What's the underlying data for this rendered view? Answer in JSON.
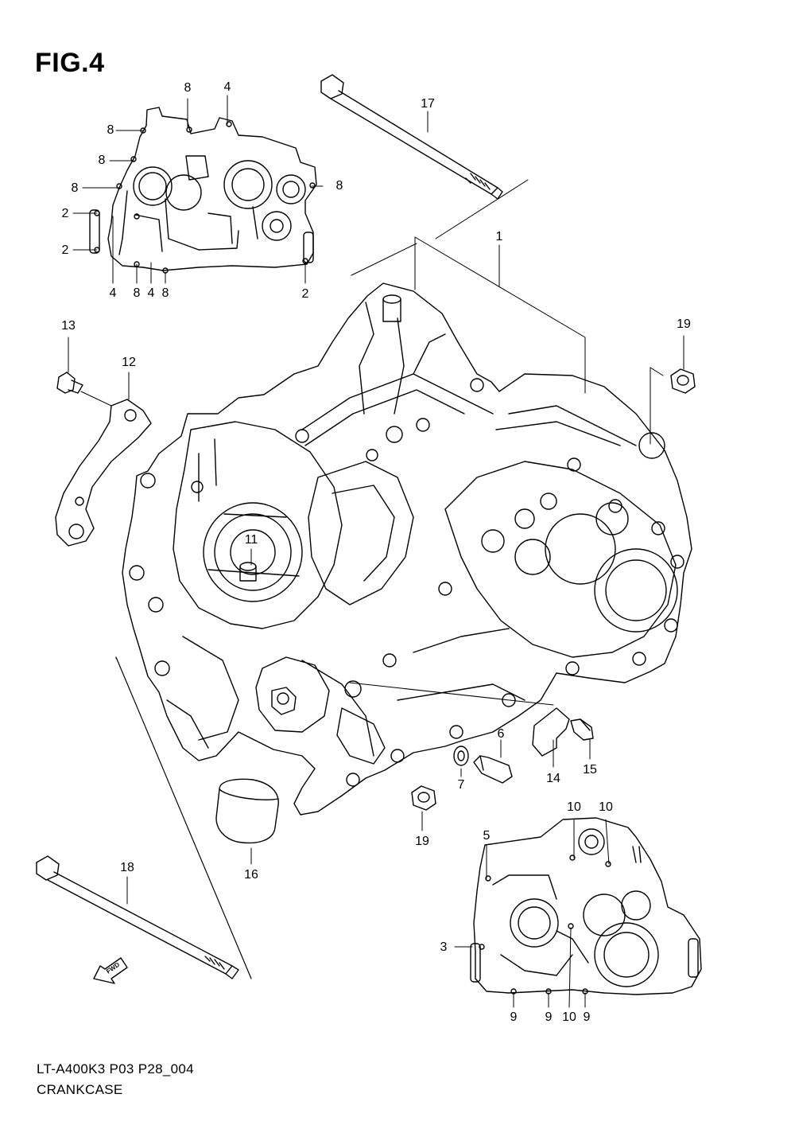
{
  "figure": {
    "title": "FIG.4"
  },
  "callouts": {
    "c1": "1",
    "c2a": "2",
    "c2b": "2",
    "c2c": "2",
    "c3": "3",
    "c4a": "4",
    "c4b": "4",
    "c4c": "4",
    "c5": "5",
    "c6": "6",
    "c7": "7",
    "c8a": "8",
    "c8b": "8",
    "c8c": "8",
    "c8d": "8",
    "c8e": "8",
    "c8f": "8",
    "c8g": "8",
    "c9a": "9",
    "c9b": "9",
    "c9c": "9",
    "c10a": "10",
    "c10b": "10",
    "c10c": "10",
    "c11": "11",
    "c12": "12",
    "c13": "13",
    "c14": "14",
    "c15": "15",
    "c16": "16",
    "c17": "17",
    "c18": "18",
    "c19a": "19",
    "c19b": "19"
  },
  "fwd_label": "FWD",
  "footer": {
    "model": "LT-A400K3 P03 P28_004",
    "section": "CRANKCASE"
  }
}
